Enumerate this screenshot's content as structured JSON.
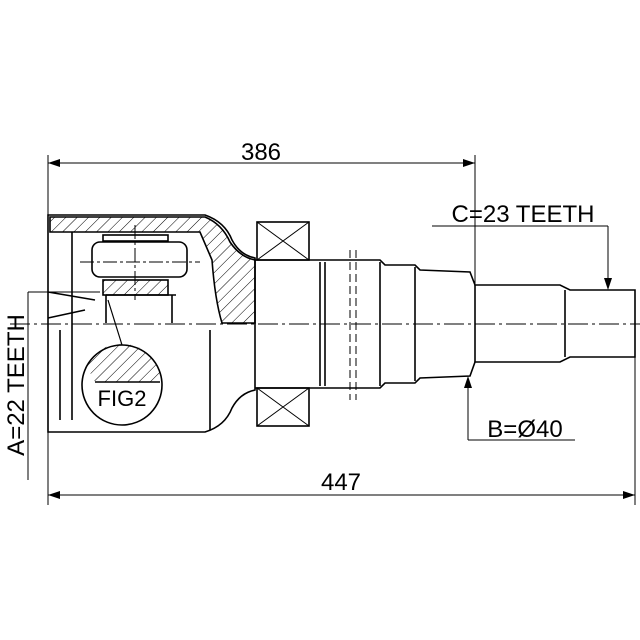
{
  "dimensions": {
    "overall_to_spline": "386",
    "overall_length": "447",
    "spline_a": "A=22 TEETH",
    "spline_c": "C=23 TEETH",
    "diameter_b": "B=Ø40"
  },
  "labels": {
    "detail": "FIG2"
  }
}
